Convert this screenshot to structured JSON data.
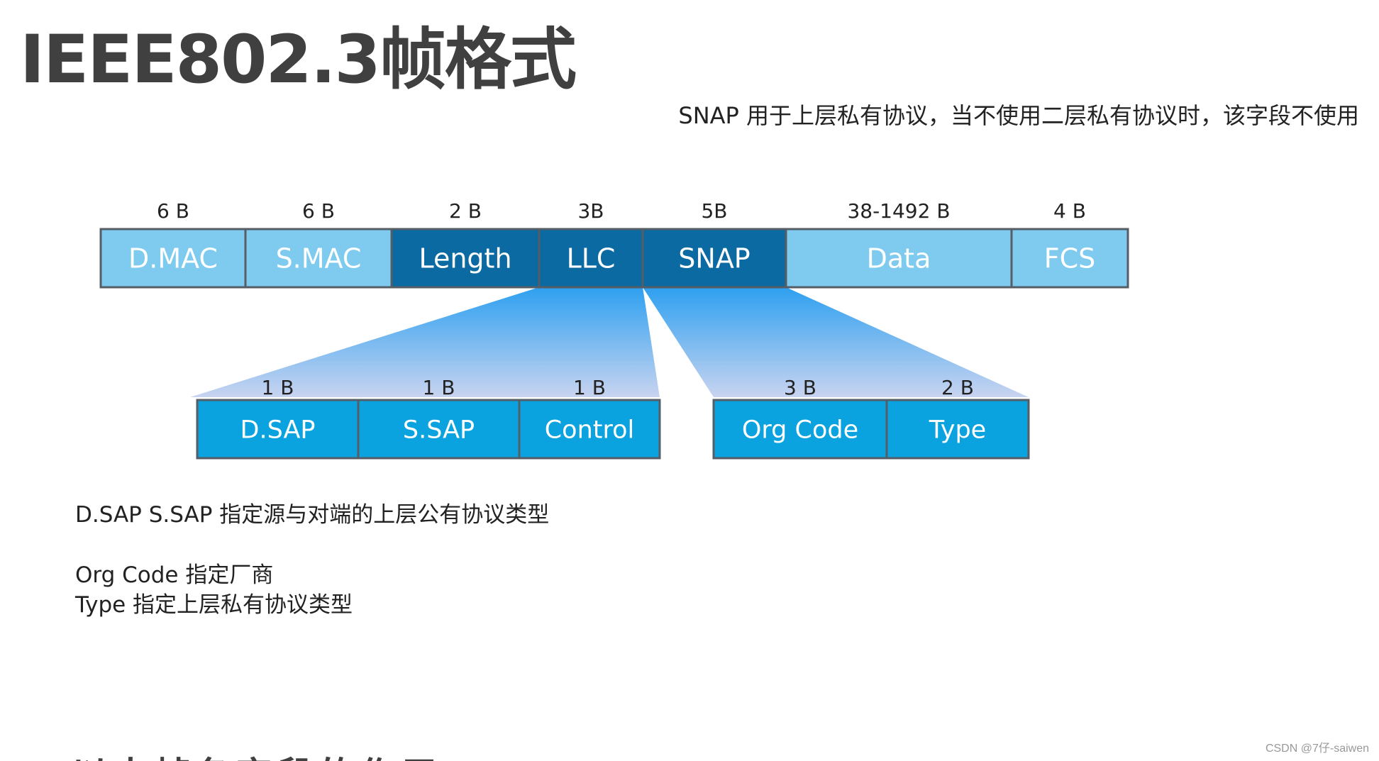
{
  "title": "IEEE802.3帧格式",
  "snap_note": "SNAP  用于上层私有协议，当不使用二层私有协议时，该字段不使用",
  "frame_fields": [
    {
      "label": "D.MAC",
      "size": "6 B",
      "style": "light"
    },
    {
      "label": "S.MAC",
      "size": "6 B",
      "style": "light"
    },
    {
      "label": "Length",
      "size": "2 B",
      "style": "dark"
    },
    {
      "label": "LLC",
      "size": "3B",
      "style": "dark"
    },
    {
      "label": "SNAP",
      "size": "5B",
      "style": "dark"
    },
    {
      "label": "Data",
      "size": "38-1492 B",
      "style": "light"
    },
    {
      "label": "FCS",
      "size": "4 B",
      "style": "light"
    }
  ],
  "llc_fields": [
    {
      "label": "D.SAP",
      "size": "1 B"
    },
    {
      "label": "S.SAP",
      "size": "1 B"
    },
    {
      "label": "Control",
      "size": "1 B"
    }
  ],
  "snap_fields": [
    {
      "label": "Org Code",
      "size": "3 B"
    },
    {
      "label": "Type",
      "size": "2 B"
    }
  ],
  "descriptions": {
    "sap": "D.SAP   S.SAP 指定源与对端的上层公有协议类型",
    "org_code": "Org Code  指定厂商",
    "type": "Type    指定上层私有协议类型"
  },
  "cut_off_heading": "以太帧各字段的作用",
  "watermark": "CSDN @7仔-saiwen",
  "colors": {
    "light_field": "#7ecbef",
    "dark_field": "#0c6aa3",
    "sub_field": "#0aa3df",
    "border": "#555e66",
    "expand_top": "#2ea0f0",
    "expand_bottom": "#c8d4f0"
  }
}
